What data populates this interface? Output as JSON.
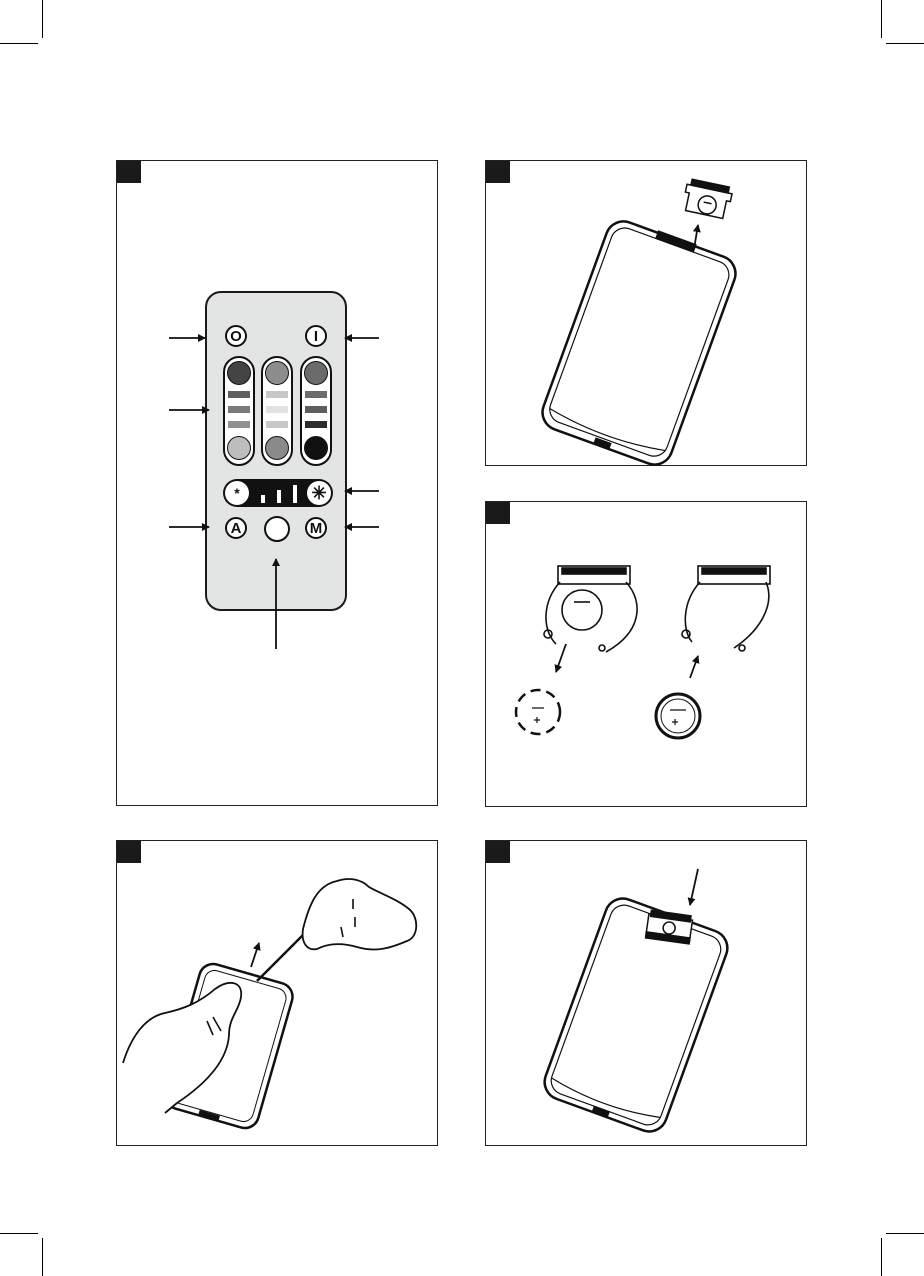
{
  "remote": {
    "off_label": "O",
    "on_label": "I",
    "auto_label": "A",
    "manual_label": "M"
  },
  "colors": {
    "ink": "#111111",
    "remote_body": "#e3e4e4",
    "column1": [
      "#444444",
      "#5f5f5f",
      "#7a7a7a",
      "#909090",
      "#bdbdbd"
    ],
    "column2": [
      "#8d8d8d",
      "#c8c8c8",
      "#e2e2e2",
      "#c8c8c8",
      "#8a8a8a"
    ],
    "column3": [
      "#6b6b6b",
      "#6b6b6b",
      "#5e5e5e",
      "#2e2e2e",
      "#111111"
    ]
  }
}
